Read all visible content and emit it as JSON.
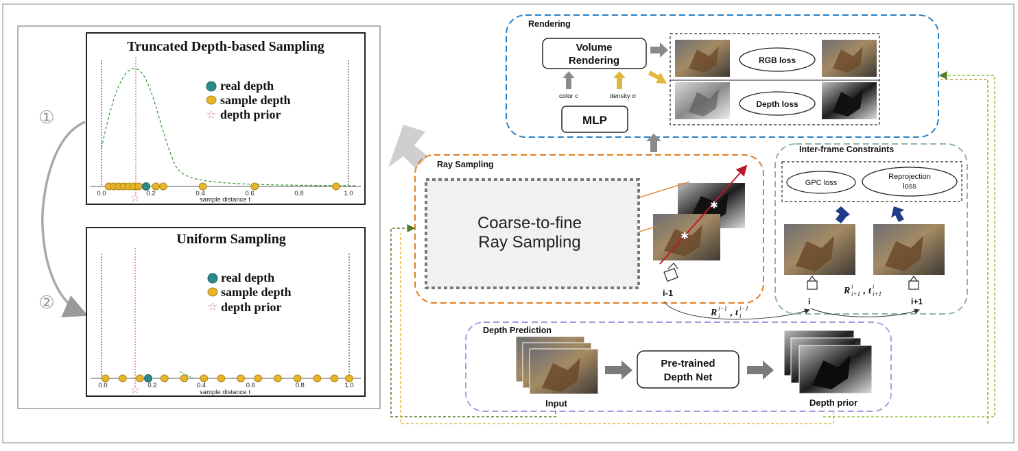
{
  "left_panel": {
    "step1_marker": "①",
    "step2_marker": "②",
    "plot_top": {
      "title": "Truncated Depth-based Sampling",
      "xlabel": "sample distance t",
      "ticks": [
        "0.0",
        "0.2",
        "0.4",
        "0.6",
        "0.8",
        "1.0"
      ],
      "legend": [
        "real depth",
        "sample depth",
        "depth prior"
      ]
    },
    "plot_bottom": {
      "title": "Uniform Sampling",
      "xlabel": "sample distance t",
      "ticks": [
        "0.0",
        "0.2",
        "0.4",
        "0.6",
        "0.8",
        "1.0"
      ],
      "legend": [
        "real depth",
        "sample depth",
        "depth prior"
      ]
    }
  },
  "chart_data": [
    {
      "type": "scatter",
      "title": "Truncated Depth-based Sampling",
      "xlabel": "sample distance t",
      "xlim": [
        0.0,
        1.0
      ],
      "legend": [
        "real depth",
        "sample depth",
        "depth prior"
      ],
      "real_depth": [
        0.18
      ],
      "depth_prior": [
        0.14
      ],
      "sample_depth": [
        0.03,
        0.05,
        0.07,
        0.09,
        0.11,
        0.13,
        0.15,
        0.22,
        0.25,
        0.41,
        0.62,
        0.95
      ],
      "curve": "gaussian peaked near t=0.14"
    },
    {
      "type": "scatter",
      "title": "Uniform Sampling",
      "xlabel": "sample distance t",
      "xlim": [
        0.0,
        1.0
      ],
      "legend": [
        "real depth",
        "sample depth",
        "depth prior"
      ],
      "real_depth": [
        0.19
      ],
      "depth_prior": [
        0.14
      ],
      "sample_depth": [
        0.01,
        0.08,
        0.15,
        0.25,
        0.33,
        0.41,
        0.48,
        0.56,
        0.63,
        0.71,
        0.79,
        0.87,
        0.94,
        1.0
      ]
    }
  ],
  "rendering": {
    "label": "Rendering",
    "volume_line1": "Volume",
    "volume_line2": "Rendering",
    "color_label": "color c",
    "density_label": "density σ",
    "mlp": "MLP",
    "rgb_loss": "RGB loss",
    "depth_loss": "Depth loss"
  },
  "ray_sampling": {
    "label": "Ray Sampling",
    "box_line1": "Coarse-to-fine",
    "box_line2": "Ray Sampling",
    "frame_label": "i-1",
    "pose_label": "R i i−1 , t i i−1"
  },
  "inter_frame": {
    "label": "Inter-frame Constraints",
    "gpc_loss": "GPC loss",
    "reproj_line1": "Reprojection",
    "reproj_line2": "loss",
    "frame_i": "i",
    "frame_next": "i+1",
    "pose_label": "R i+1 i , t i+1 i"
  },
  "depth_prediction": {
    "label": "Depth Prediction",
    "input_label": "Input",
    "net_line1": "Pre-trained",
    "net_line2": "Depth Net",
    "prior_label": "Depth prior"
  },
  "colors": {
    "rendering_border": "#2a7fc4",
    "ray_border": "#e07b1f",
    "inter_border": "#8fb3ad",
    "depth_border": "#a79be0",
    "real_depth": "#2e8a8a",
    "sample_depth": "#e6b52a",
    "gaussian": "#2f9a2f",
    "prior_line": "#d23b3b"
  }
}
